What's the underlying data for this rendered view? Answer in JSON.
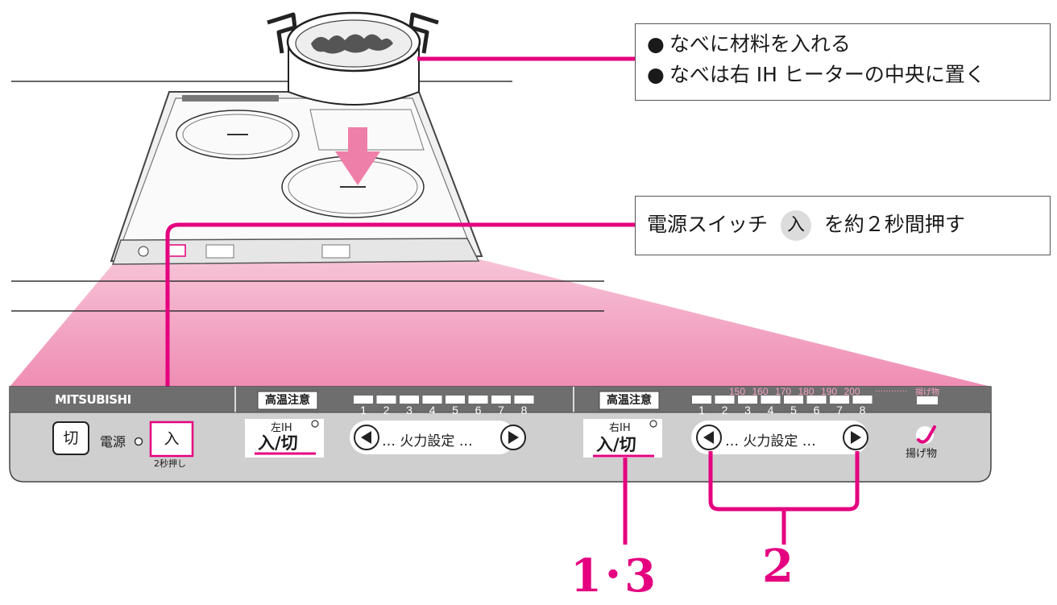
{
  "callout_pot": {
    "line1": "なべに材料を入れる",
    "line2": "なべは右 IH ヒーターの中央に置く"
  },
  "callout_power": {
    "text_before": "電源スイッチ",
    "chip": "入",
    "text_after": "を約２秒間押す"
  },
  "panel": {
    "brand": "MITSUBISHI",
    "off_key": "切",
    "power_label": "電源",
    "on_key": "入",
    "on_key_note": "2秒押し",
    "high_temp_left": "高温注意",
    "high_temp_right": "高温注意",
    "left_ih_label": "左IH",
    "left_ih_key": "入/切",
    "right_ih_label": "右IH",
    "right_ih_key": "入/切",
    "heat_setting_left": "… 火力設定 …",
    "heat_setting_right": "… 火力設定 …",
    "level_numbers": [
      "1",
      "2",
      "3",
      "4",
      "5",
      "6",
      "7",
      "8"
    ],
    "temp_labels": [
      "150",
      "160",
      "170",
      "180",
      "190",
      "200"
    ],
    "fry_dots": "…………",
    "fry_top": "揚げ物",
    "fry_label": "揚げ物"
  },
  "steps": {
    "label_13": "1･3",
    "label_2": "2"
  },
  "colors": {
    "magenta": "#e4007f",
    "pink": "#f4a6c4",
    "panel_dark": "#6e6e6e",
    "panel_light": "#cfcfcf"
  }
}
